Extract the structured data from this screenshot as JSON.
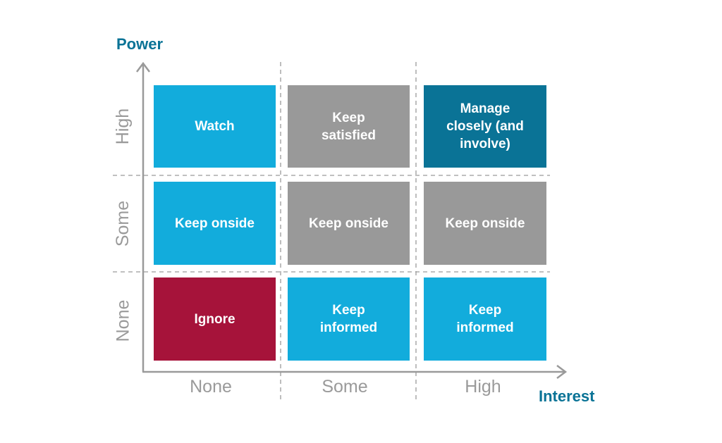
{
  "axes": {
    "y_title": "Power",
    "x_title": "Interest",
    "x_labels": [
      "None",
      "Some",
      "High"
    ],
    "y_labels": [
      "High",
      "Some",
      "None"
    ]
  },
  "colors": {
    "light_blue": "#12acdc",
    "gray": "#999999",
    "dark_blue": "#0a7396",
    "crimson": "#a6133a",
    "axis_gray": "#9a9a9a"
  },
  "grid": {
    "rows": [
      [
        {
          "text": "Watch",
          "color": "light_blue"
        },
        {
          "text": "Keep\nsatisfied",
          "color": "gray"
        },
        {
          "text": "Manage\nclosely (and\ninvolve)",
          "color": "dark_blue"
        }
      ],
      [
        {
          "text": "Keep onside",
          "color": "light_blue"
        },
        {
          "text": "Keep onside",
          "color": "gray"
        },
        {
          "text": "Keep onside",
          "color": "gray"
        }
      ],
      [
        {
          "text": "Ignore",
          "color": "crimson"
        },
        {
          "text": "Keep\ninformed",
          "color": "light_blue"
        },
        {
          "text": "Keep\ninformed",
          "color": "light_blue"
        }
      ]
    ]
  }
}
